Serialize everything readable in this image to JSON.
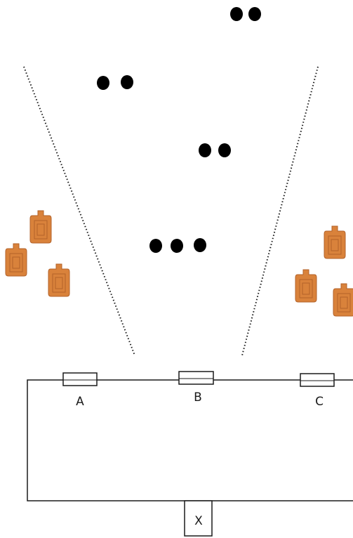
{
  "colors": {
    "line": "#1a1a1a",
    "steel": "#000000",
    "paper_target": "#d9823b",
    "paper_target_outline": "#b3622a",
    "background": "#ffffff"
  },
  "windows": [
    {
      "id": "window-a",
      "label": "A"
    },
    {
      "id": "window-b",
      "label": "B"
    },
    {
      "id": "window-c",
      "label": "C"
    }
  ],
  "start_box": {
    "label": "X"
  },
  "steel_groups": [
    {
      "id": "steel-group-1",
      "count": 2
    },
    {
      "id": "steel-group-2",
      "count": 2
    },
    {
      "id": "steel-group-3",
      "count": 2
    },
    {
      "id": "steel-group-4",
      "count": 3
    }
  ],
  "paper_target_groups": [
    {
      "id": "left-paper-targets",
      "count": 3
    },
    {
      "id": "right-paper-targets",
      "count": 3
    }
  ],
  "icons": {
    "steel": "steel-plate-icon",
    "paper": "paper-target-icon"
  }
}
